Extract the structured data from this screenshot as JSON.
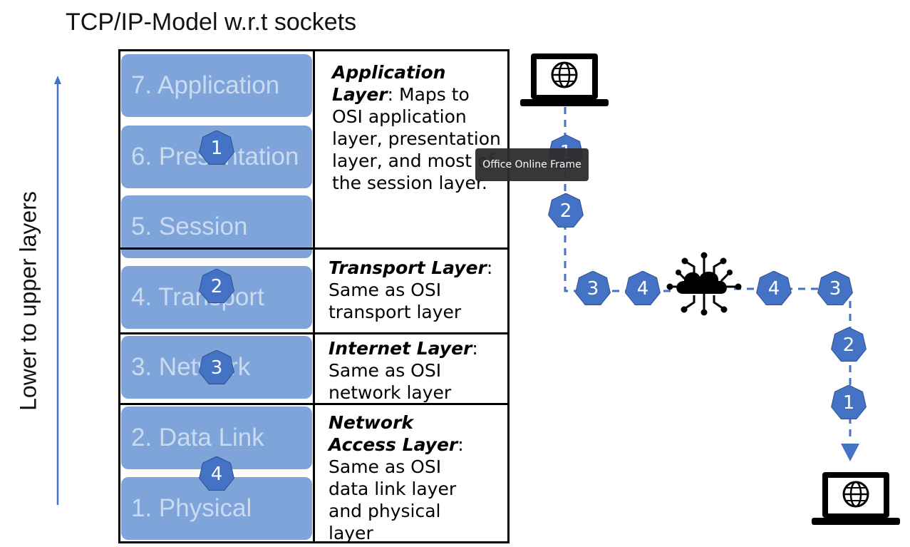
{
  "title": "TCP/IP-Model w.r.t sockets",
  "axis_label": "Lower to upper layers",
  "osi_layers": [
    "7. Application",
    "6. Presentation",
    "5. Session",
    "4. Transport",
    "3. Network",
    "2. Data Link",
    "1. Physical"
  ],
  "tcp_layers": [
    {
      "number": "1",
      "name": "Application Layer",
      "desc": ": Maps to OSI application layer, presentation layer, and most of the session layer."
    },
    {
      "number": "2",
      "name": "Transport Layer",
      "desc": ": Same as OSI transport layer"
    },
    {
      "number": "3",
      "name": "Internet Layer",
      "desc": ": Same as OSI network layer"
    },
    {
      "number": "4",
      "name": "Network Access Layer",
      "desc": ": Same as OSI data link layer and physical layer"
    }
  ],
  "path_hex_labels": {
    "sender": [
      "1",
      "2",
      "3",
      "4"
    ],
    "receiver": [
      "4",
      "3",
      "2",
      "1"
    ]
  },
  "tooltip": "Office Online Frame",
  "colors": {
    "hex_fill": "#4472c4",
    "osi_box": "#7ea4d9",
    "arrow": "#4472c4"
  },
  "icons": [
    "laptop-globe-icon",
    "cloud-network-icon",
    "laptop-globe-icon"
  ]
}
